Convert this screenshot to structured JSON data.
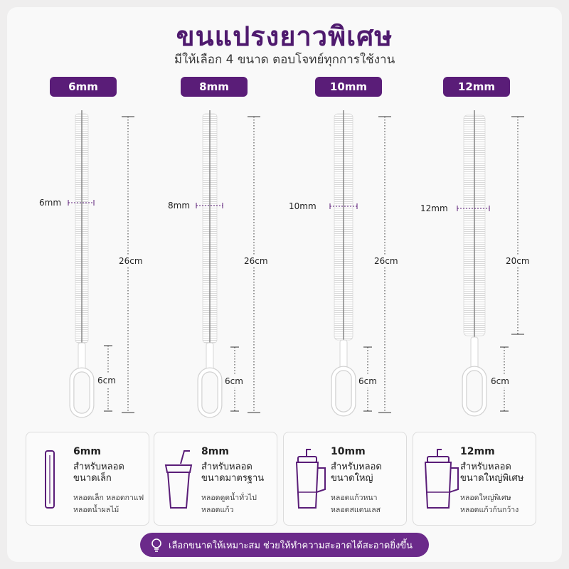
{
  "header": {
    "title": "ขนแปรงยาวพิเศษ",
    "subtitle": "มีให้เลือก 4 ขนาด ตอบโจทย์ทุกการใช้งาน"
  },
  "sizes": [
    {
      "pill": "6mm",
      "width_label": "6mm",
      "length_label": "26cm",
      "handle_label": "6cm"
    },
    {
      "pill": "8mm",
      "width_label": "8mm",
      "length_label": "26cm",
      "handle_label": "6cm"
    },
    {
      "pill": "10mm",
      "width_label": "10mm",
      "length_label": "26cm",
      "handle_label": "6cm"
    },
    {
      "pill": "12mm",
      "width_label": "12mm",
      "length_label": "20cm",
      "handle_label": "6cm"
    }
  ],
  "cards": [
    {
      "icon": "straw-tube-icon",
      "heading": "6mm",
      "line1": "สำหรับหลอด",
      "line2": "ขนาดเล็ก",
      "use1": "หลอดเล็ก หลอดกาแฟ",
      "use2": "หลอดน้ำผลไม้"
    },
    {
      "icon": "cup-with-straw-icon",
      "heading": "8mm",
      "line1": "สำหรับหลอด",
      "line2": "ขนาดมาตรฐาน",
      "use1": "หลอดดูดน้ำทั่วไป",
      "use2": "หลอดแก้ว"
    },
    {
      "icon": "tumbler-icon",
      "heading": "10mm",
      "line1": "สำหรับหลอด",
      "line2": "ขนาดใหญ่",
      "use1": "หลอดแก้วหนา",
      "use2": "หลอดสแตนเลส"
    },
    {
      "icon": "large-tumbler-icon",
      "heading": "12mm",
      "line1": "สำหรับหลอด",
      "line2": "ขนาดใหญ่พิเศษ",
      "use1": "หลอดใหญ่พิเศษ",
      "use2": "หลอดแก้วก้นกว้าง"
    }
  ],
  "banner": {
    "icon": "lightbulb-icon",
    "text": "เลือกขนาดให้เหมาะสม ช่วยให้ทำความสะอาดได้สะอาดยิ่งขึ้น"
  },
  "colors": {
    "brand_purple": "#5a1d78",
    "banner_purple": "#6b2a8a",
    "card_bg": "#f9f9f9"
  }
}
